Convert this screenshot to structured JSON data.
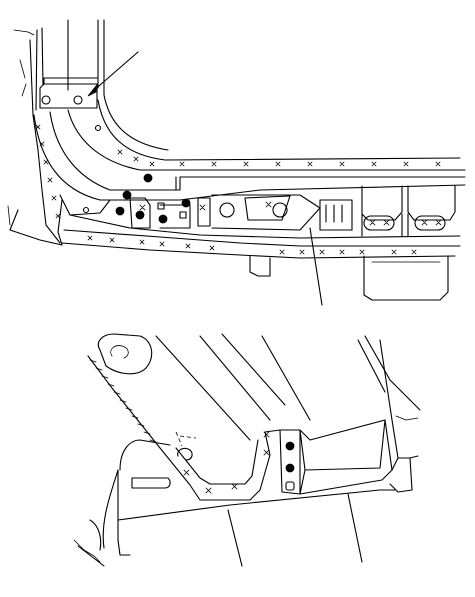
{
  "diagram": {
    "views": [
      {
        "id": "upper",
        "description_text": ""
      },
      {
        "id": "lower",
        "description_text": ""
      }
    ],
    "weld_symbol": "x",
    "callouts": [
      {
        "id": "callout-1",
        "view": "upper"
      },
      {
        "id": "callout-2",
        "view": "upper"
      },
      {
        "id": "callout-3",
        "view": "lower"
      },
      {
        "id": "callout-4",
        "view": "lower"
      }
    ],
    "colors": {
      "line": "#000000",
      "background": "#ffffff"
    }
  }
}
